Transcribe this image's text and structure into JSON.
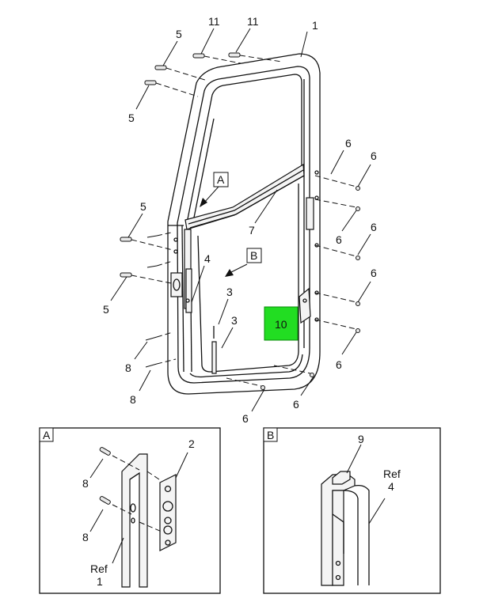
{
  "callouts": {
    "c1": "1",
    "c11a": "11",
    "c11b": "11",
    "c5a": "5",
    "c5b": "5",
    "c5c": "5",
    "c5d": "5",
    "c6a": "6",
    "c6b": "6",
    "c6c": "6",
    "c6d": "6",
    "c6e": "6",
    "c6f": "6",
    "c6g": "6",
    "c6h": "6",
    "c7": "7",
    "c4": "4",
    "c3a": "3",
    "c3b": "3",
    "c8a": "8",
    "c8b": "8",
    "c10": "10",
    "viewA": "A",
    "viewB": "B"
  },
  "detail_a": {
    "tag": "A",
    "c2": "2",
    "c8a": "8",
    "c8b": "8",
    "ref_word": "Ref",
    "ref_num": "1"
  },
  "detail_b": {
    "tag": "B",
    "c9": "9",
    "ref_word": "Ref",
    "ref_num": "4"
  },
  "colors": {
    "highlight": "#22dd22",
    "line": "#111111"
  }
}
